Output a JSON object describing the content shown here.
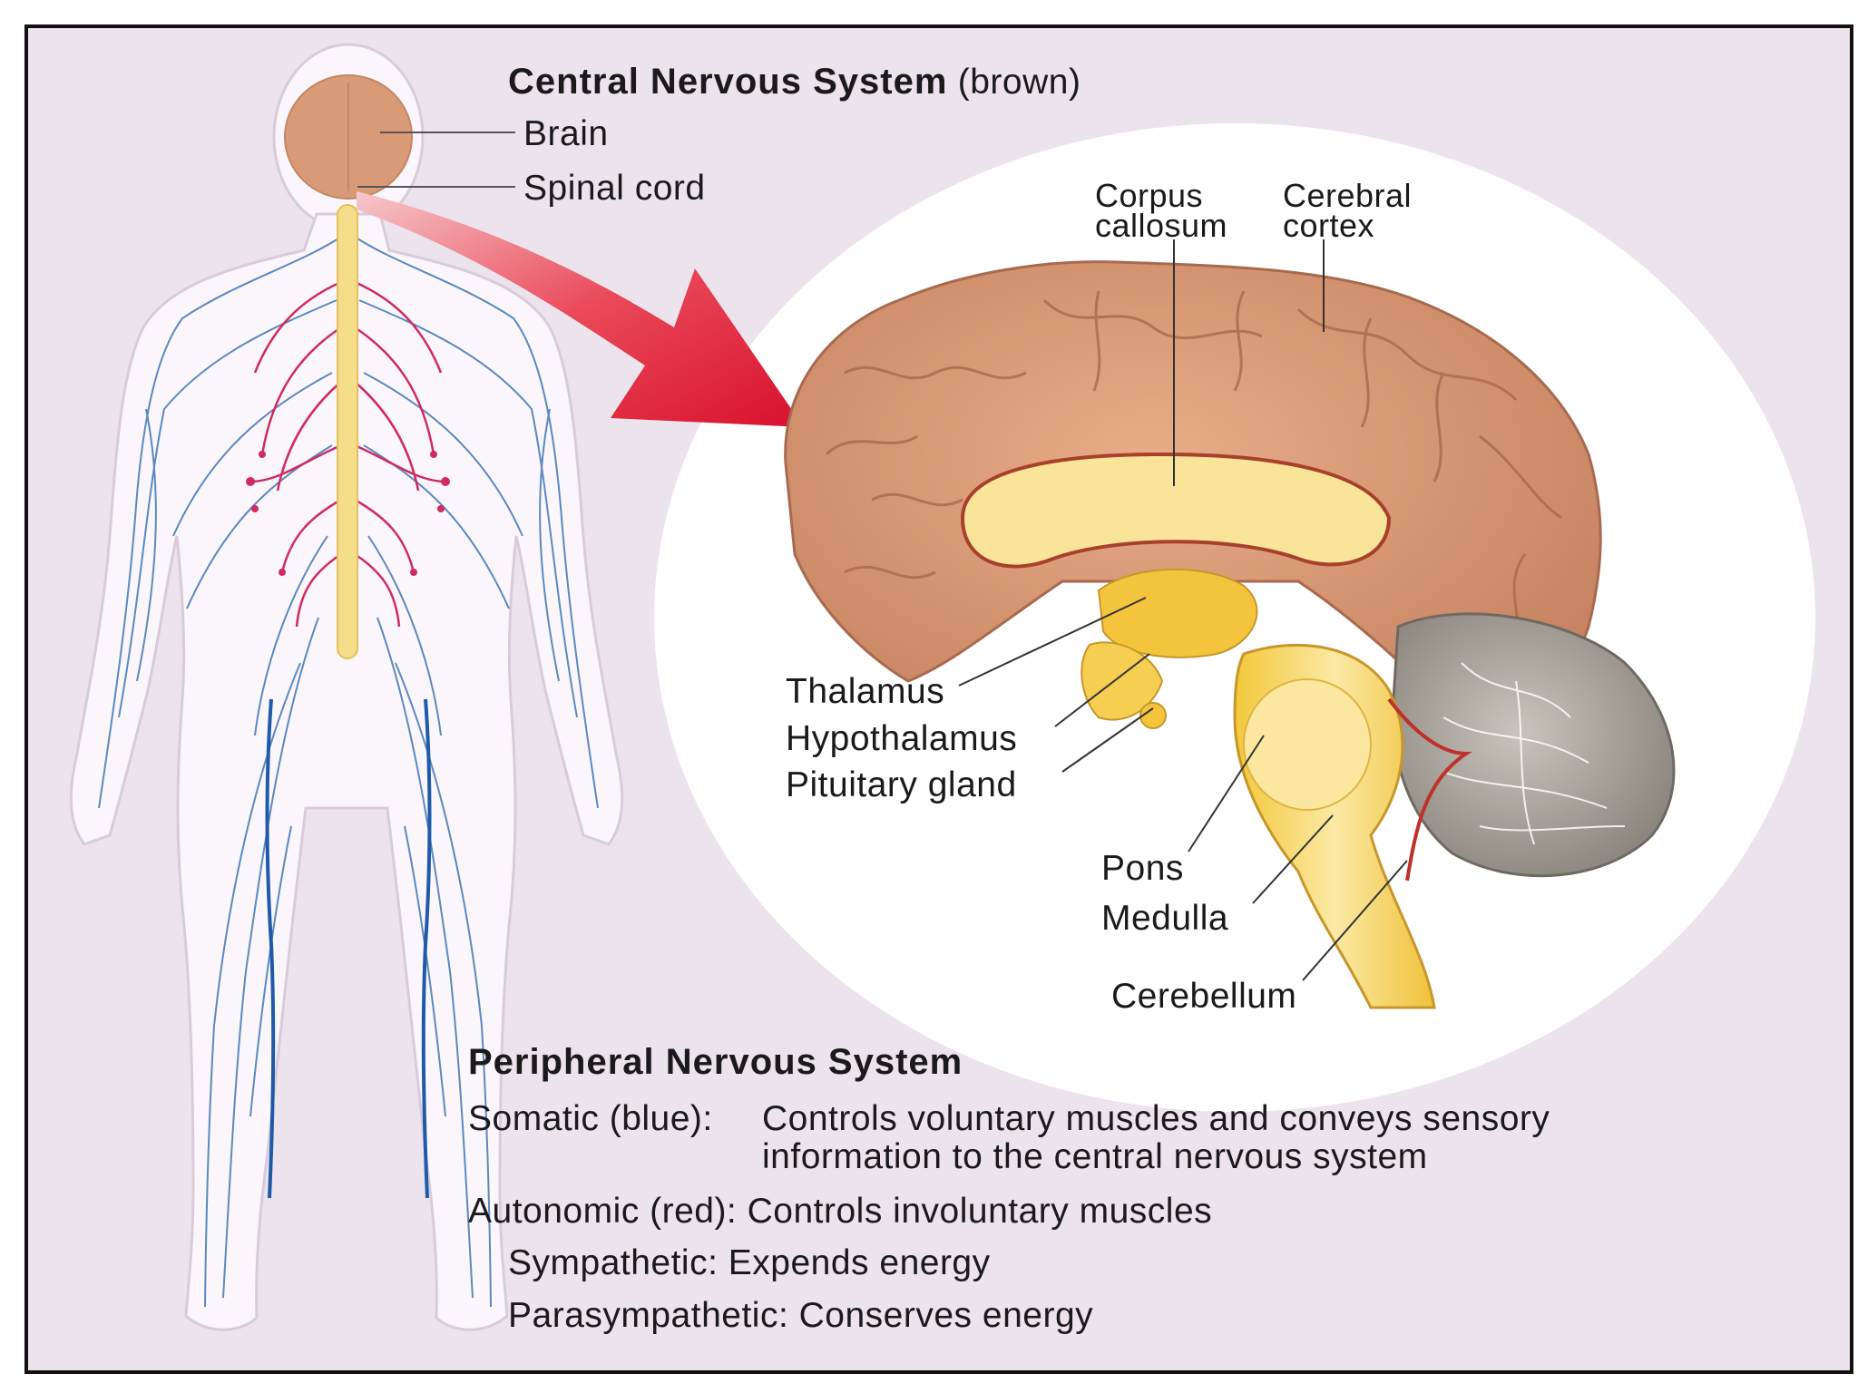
{
  "cns": {
    "title": "Central Nervous System",
    "note": "(brown)",
    "brain": "Brain",
    "spinal_cord": "Spinal cord"
  },
  "brain_labels": {
    "corpus_callosum": "Corpus\ncallosum",
    "cerebral_cortex": "Cerebral\ncortex",
    "thalamus": "Thalamus",
    "hypothalamus": "Hypothalamus",
    "pituitary_gland": "Pituitary gland",
    "pons": "Pons",
    "medulla": "Medulla",
    "cerebellum": "Cerebellum"
  },
  "pns": {
    "title": "Peripheral Nervous System",
    "somatic_term": "Somatic (blue):",
    "somatic_desc_line1": "Controls voluntary muscles and conveys sensory",
    "somatic_desc_line2": "information to the central nervous system",
    "autonomic": "Autonomic (red): Controls involuntary muscles",
    "sympathetic": "Sympathetic: Expends energy",
    "parasympathetic": "Parasympathetic: Conserves energy"
  },
  "colors": {
    "background": "#ede3ed",
    "brain": "#d99a78",
    "spinal_cord": "#f6dd8a",
    "somatic_nerves": "#3f78b8",
    "autonomic_nerves": "#d02a62",
    "arrow": "#e0283c",
    "cerebellum": "#9a948c"
  }
}
